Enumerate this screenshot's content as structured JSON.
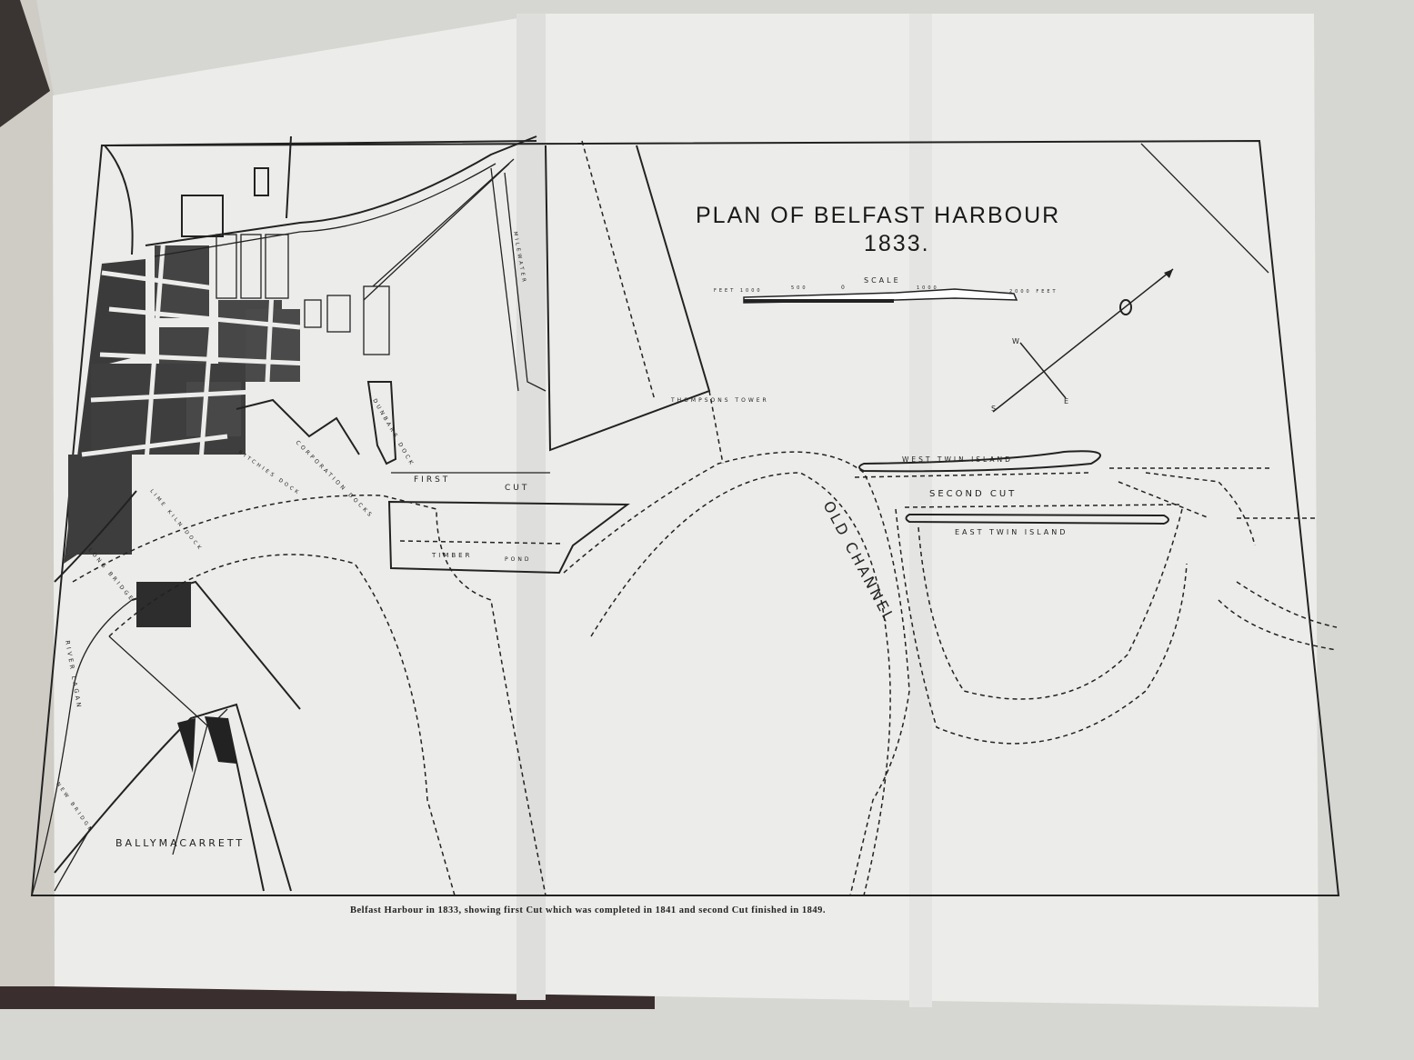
{
  "map": {
    "title": "PLAN OF BELFAST HARBOUR",
    "year": "1833.",
    "scale": {
      "label": "SCALE",
      "ticks": [
        "FEET 1000",
        "500",
        "0",
        "1000",
        "2000 FEET"
      ]
    },
    "compass": {
      "w": "W",
      "e": "E",
      "s": "S"
    },
    "places": {
      "thompsons_tower": "THOMPSONS TOWER",
      "west_twin_island": "WEST TWIN ISLAND",
      "second_cut": "SECOND CUT",
      "east_twin_island": "EAST TWIN ISLAND",
      "old_channel": "OLD CHANNEL",
      "first": "FIRST",
      "cut": "CUT",
      "timber": "TIMBER",
      "pond": "POND",
      "dunbars_dock": "DUNBARS DOCK",
      "corporation_docks": "CORPORATION DOCKS",
      "ritchies_dock": "RITCHIES DOCK",
      "lime_kiln_dock": "LIME KILN DOCK",
      "long_bridge": "LONG BRIDGE",
      "river_lagan": "RIVER LAGAN",
      "new_bridge": "NEW BRIDGE",
      "ballymacarrett": "BALLYMACARRETT",
      "milewater": "MILEWATER"
    },
    "caption": "Belfast Harbour in 1833, showing first Cut which was completed in 1841 and second Cut finished in 1849."
  },
  "colors": {
    "paper": "#ecedea",
    "ink": "#222222",
    "table": "#d9d9d6",
    "cover": "#3a2e2e"
  }
}
